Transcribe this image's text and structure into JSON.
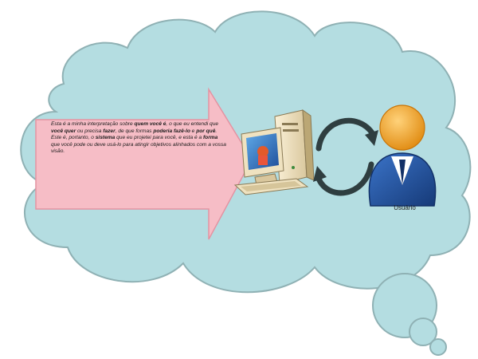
{
  "description": {
    "segments": [
      {
        "text": "Esta é a minha interpretação sobre ",
        "bold": false
      },
      {
        "text": "quem você é",
        "bold": true
      },
      {
        "text": ", o que eu entendi que ",
        "bold": false
      },
      {
        "text": "você quer",
        "bold": true
      },
      {
        "text": " ou precisa ",
        "bold": false
      },
      {
        "text": "fazer",
        "bold": true
      },
      {
        "text": ", de que formas ",
        "bold": false
      },
      {
        "text": "poderia fazê-lo",
        "bold": true
      },
      {
        "text": " e ",
        "bold": false
      },
      {
        "text": "por quê",
        "bold": true
      },
      {
        "text": ". Este é, portanto, o ",
        "bold": false
      },
      {
        "text": "sistema",
        "bold": true
      },
      {
        "text": " que eu projetei para você, e esta é a ",
        "bold": false
      },
      {
        "text": "forma",
        "bold": true
      },
      {
        "text": " que você pode ou deve usá-lo para atingir objetivos alinhados com a vossa visão.",
        "bold": false
      }
    ]
  },
  "user": {
    "label": "Usuário"
  },
  "colors": {
    "cloud_fill": "#b4dde1",
    "cloud_stroke": "#8fb1b4",
    "arrow_fill": "#f6bdc6",
    "arrow_stroke": "#e493a2",
    "cycle_arrows": "#2f3e40",
    "user_head": "#f2a21c",
    "user_body": "#1f4f9a"
  },
  "icons": {
    "computer": "computer-icon",
    "user": "user-icon",
    "cycle": "cycle-arrows-icon"
  }
}
